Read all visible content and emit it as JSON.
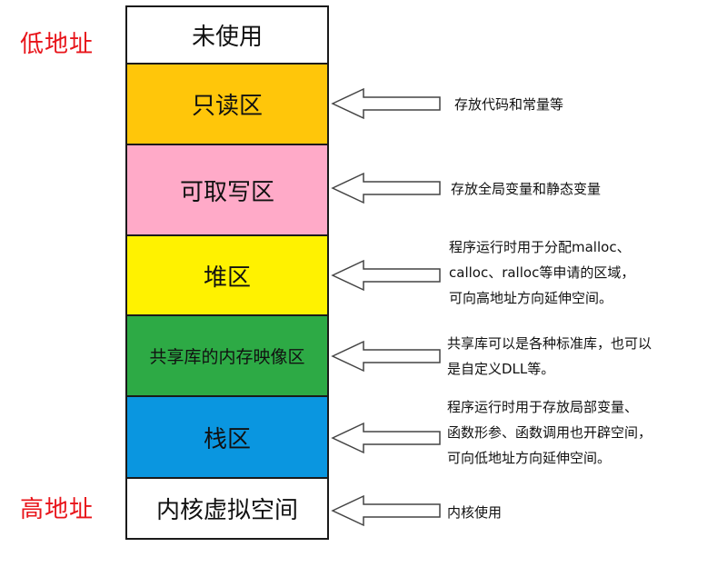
{
  "side_labels": {
    "low": "低地址",
    "high": "高地址"
  },
  "segments": [
    {
      "label": "未使用",
      "color": "#ffffff"
    },
    {
      "label": "只读区",
      "color": "#ffc60a"
    },
    {
      "label": "可取写区",
      "color": "#ffaac8"
    },
    {
      "label": "堆区",
      "color": "#fff200"
    },
    {
      "label": "共享库的内存映像区",
      "color": "#2daa45"
    },
    {
      "label": "栈区",
      "color": "#0a96e0"
    },
    {
      "label": "内核虚拟空间",
      "color": "#ffffff"
    }
  ],
  "notes": {
    "readonly": [
      "存放代码和常量等"
    ],
    "rw": [
      "存放全局变量和静态变量"
    ],
    "heap": [
      "程序运行时用于分配malloc、",
      "calloc、ralloc等申请的区域，",
      "可向高地址方向延伸空间。"
    ],
    "shared": [
      "共享库可以是各种标准库，也可以",
      "是自定义DLL等。"
    ],
    "stack": [
      "程序运行时用于存放局部变量、",
      "函数形参、函数调用也开辟空间，",
      "可向低地址方向延伸空间。"
    ],
    "kernel": [
      "内核使用"
    ]
  }
}
